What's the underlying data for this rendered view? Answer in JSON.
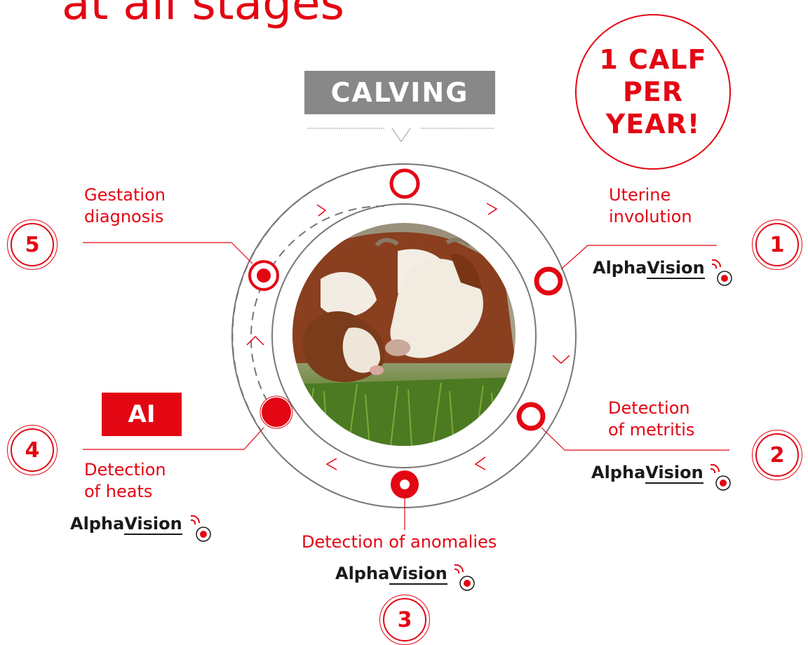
{
  "title": "at all stages",
  "center_stage": "CALVING",
  "badge": {
    "line1": "1 CALF",
    "line2": "PER",
    "line3": "YEAR!"
  },
  "stages": [
    {
      "number": "1",
      "label_line1": "Uterine",
      "label_line2": "involution",
      "brand_a": "Alpha",
      "brand_b": "Vision"
    },
    {
      "number": "2",
      "label_line1": "Detection",
      "label_line2": "of metritis",
      "brand_a": "Alpha",
      "brand_b": "Vision"
    },
    {
      "number": "3",
      "label_line1": "Detection of anomalies",
      "brand_a": "Alpha",
      "brand_b": "Vision"
    },
    {
      "number": "4",
      "label_line1": "Detection",
      "label_line2": "of heats",
      "brand_a": "Alpha",
      "brand_b": "Vision",
      "tag": "AI"
    },
    {
      "number": "5",
      "label_line1": "Gestation",
      "label_line2": "diagnosis"
    }
  ],
  "colors": {
    "accent": "#e30613",
    "gray": "#888888",
    "text_dark": "#1a1a1a"
  },
  "icons": {
    "brand_logo": "alphavision-pin-signal-icon",
    "photo": "cow-and-calf-photo"
  }
}
